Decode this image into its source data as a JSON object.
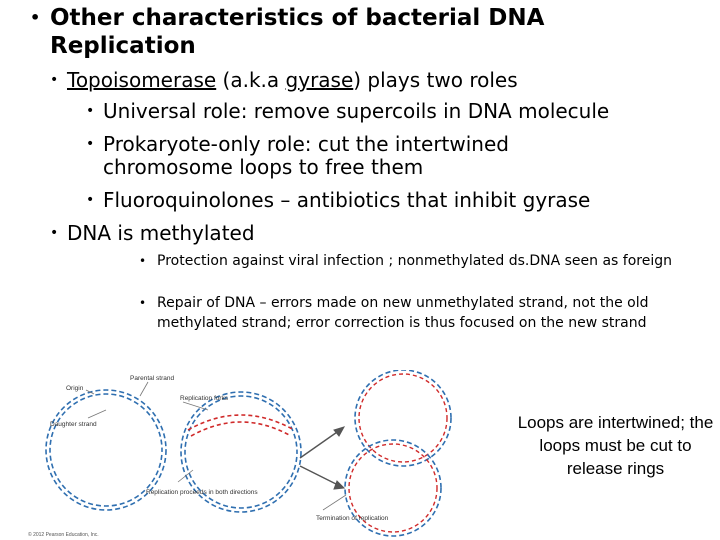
{
  "bullets": {
    "main_heading": "Other characteristics of bacterial DNA Replication",
    "topo_prefix": "Topoisomerase",
    "topo_mid": " (a.k.a ",
    "topo_gyrase": "gyrase",
    "topo_suffix": ") plays two roles",
    "universal": "Universal role: remove supercoils in DNA molecule",
    "prokaryote": "Prokaryote-only role:  cut the intertwined chromosome loops to free them",
    "fluoro": "Fluoroquinolones – antibiotics that inhibit gyrase",
    "methylated": "DNA is methylated",
    "protection": "Protection against viral infection ; nonmethylated ds.DNA seen as foreign",
    "repair": "Repair of DNA – errors made on new unmethylated strand, not the old methylated strand; error correction is thus focused on the new strand"
  },
  "figure": {
    "labels": {
      "origin": "Origin",
      "parental": "Parental strand",
      "daughter": "Daughter strand",
      "forks": "Replication forks",
      "proceeds": "Replication proceeds in both directions",
      "termination": "Termination of replication",
      "copyright": "© 2012 Pearson Education, Inc."
    },
    "caption": "Loops are intertwined; the loops must be cut to release rings",
    "colors": {
      "parental": "#2f6fb0",
      "daughter": "#d02a2a",
      "arrow": "#555555"
    }
  }
}
